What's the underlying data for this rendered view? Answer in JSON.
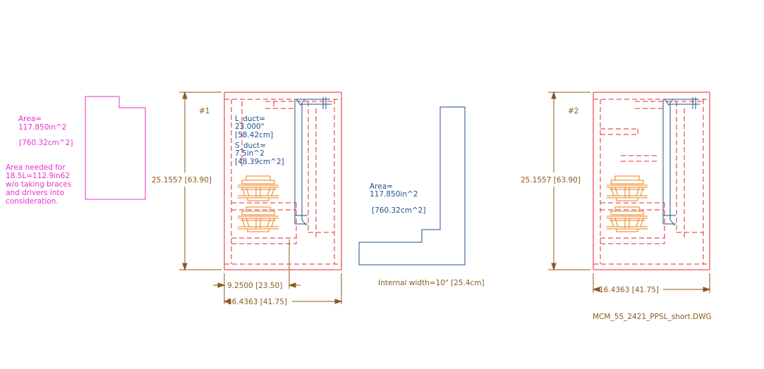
{
  "colors": {
    "red": "#e8232c",
    "brown": "#8b5a1e",
    "magenta": "#e52fd6",
    "blue": "#1f4f8f",
    "orange": "#ef7d14"
  },
  "notes": {
    "area_line1": "Area=",
    "area_line2": "117.850in^2",
    "area_metric": "[760.32cm^2]",
    "need_line1": "Area needed for",
    "need_line2": "18.5L=112.9in62",
    "need_line3": "w/o taking braces",
    "need_line4": "and drivers into",
    "need_line5": "consideration."
  },
  "box1": {
    "label": "#1",
    "height_dim": "25.1557 [63.90]",
    "width_dim": "16.4363 [41.75]",
    "sub_dim": "9.2500 [23.50]",
    "l_duct": "L_duct=",
    "l_duct_in": "23.000\"",
    "l_duct_cm": "[58.42cm]",
    "s_duct": "S_duct=",
    "s_duct_in": "7.5in^2",
    "s_duct_cm": "[48.39cm^2]"
  },
  "port": {
    "area_line1": "Area=",
    "area_line2": "117.850in^2",
    "area_metric": "[760.32cm^2]",
    "internal_width": "Internal width=10\" [25.4cm]"
  },
  "box2": {
    "label": "#2",
    "height_dim": "25.1557 [63.90]",
    "width_dim": "16.4363 [41.75]"
  },
  "filename": "MCM_55_2421_PPSL_short.DWG"
}
